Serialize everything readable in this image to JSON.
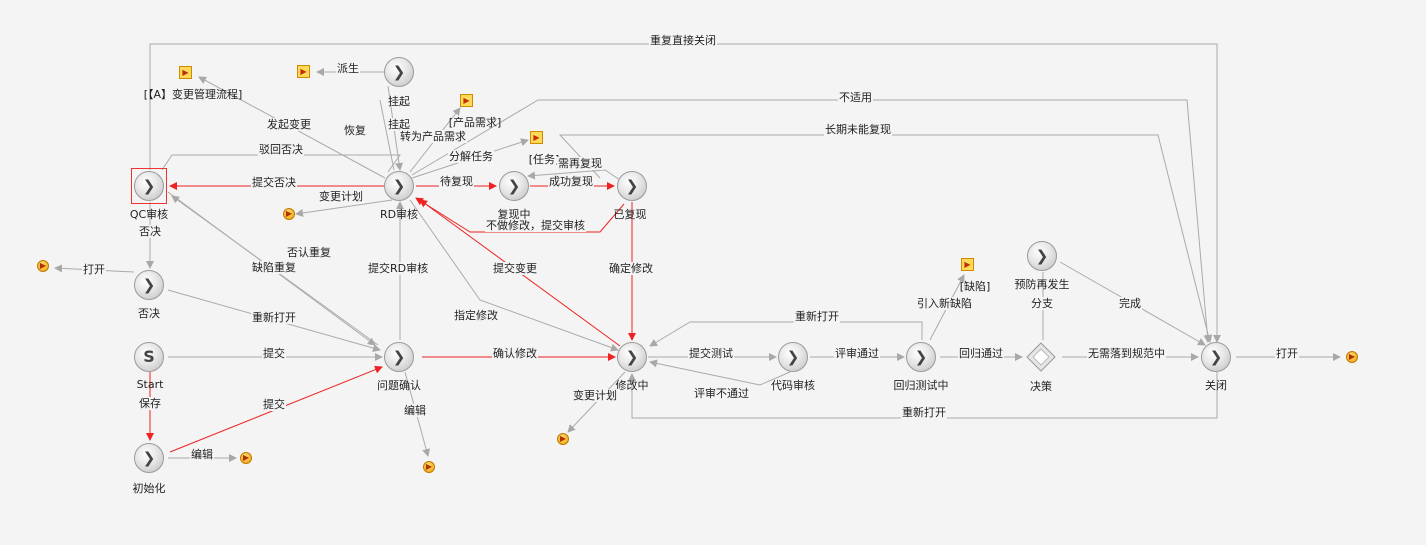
{
  "nodes": {
    "qc_review": "QC审核",
    "rd_review": "RD审核",
    "suspend": "挂起",
    "reproducing": "复现中",
    "reproduced": "已复现",
    "rejected": "否决",
    "start": "Start",
    "start_glyph": "S",
    "issue_confirm": "问题确认",
    "init": "初始化",
    "fixing": "修改中",
    "code_review": "代码审核",
    "regression": "回归测试中",
    "decision": "决策",
    "closed": "关闭",
    "prevent": "预防再发生"
  },
  "subprocesses": {
    "change_mgmt": "[【A】变更管理流程]",
    "product_req": "[产品需求]",
    "task": "[任务]",
    "defect": "[缺陷]"
  },
  "edges": {
    "repeat_close": "重复直接关闭",
    "derive": "派生",
    "not_applicable": "不适用",
    "start_change": "发起变更",
    "resume": "恢复",
    "suspend": "挂起",
    "to_product_req": "转为产品需求",
    "long_term": "长期未能复现",
    "reject_back": "驳回否决",
    "split_task": "分解任务",
    "need_repro": "需再复现",
    "submit_reject": "提交否决",
    "wait_repro": "待复现",
    "repro_ok": "成功复现",
    "change_plan_rd": "变更计划",
    "no_fix_submit": "不做修改，提交审核",
    "reject_1": "否决",
    "deny_repeat": "否认重复",
    "defect_repeat": "缺陷重复",
    "submit_rd": "提交RD审核",
    "submit_change": "提交变更",
    "confirm_fix_r": "确定修改",
    "open_r": "打开",
    "reopen_1": "重新打开",
    "assign_fix": "指定修改",
    "reopen_2": "重新打开",
    "introduce_defect": "引入新缺陷",
    "branch": "分支",
    "done": "完成",
    "submit_1": "提交",
    "confirm_fix": "确认修改",
    "submit_test": "提交测试",
    "review_pass": "评审通过",
    "reg_pass": "回归通过",
    "no_need": "无需落到规范中",
    "open_close": "打开",
    "save": "保存",
    "submit_2": "提交",
    "edit_1": "编辑",
    "change_plan_fix": "变更计划",
    "review_fail": "评审不通过",
    "reopen_3": "重新打开",
    "edit_2": "编辑"
  },
  "colors": {
    "edge_gray": "#aaaaaa",
    "edge_red": "#ee2222",
    "terminal": "#f0a000",
    "selected": "#ee3333"
  }
}
